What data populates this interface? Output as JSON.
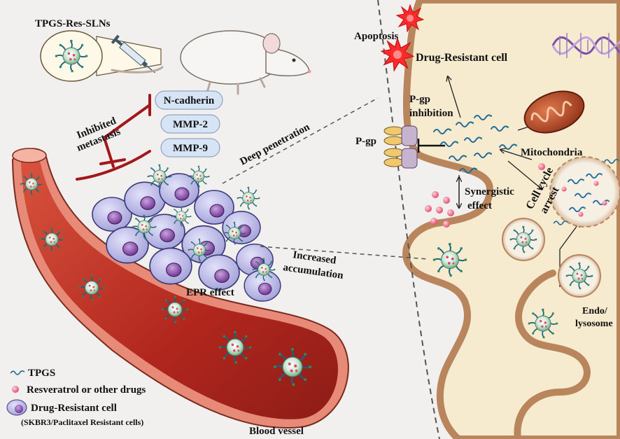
{
  "labels": {
    "tpgs_res_slns": "TPGS-Res-SLNs",
    "inhibited_line1": "Inhibited",
    "inhibited_line2": "metastasis",
    "n_cadherin": "N-cadherin",
    "mmp2": "MMP-2",
    "mmp9": "MMP-9",
    "deep_penetration": "Deep penetration",
    "epr_effect": "EPR effect",
    "increased_line1": "Increased",
    "increased_line2": "accumulation",
    "blood_vessel": "Blood vessel",
    "apoptosis": "Apoptosis",
    "drug_resistant_cell": "Drug-Resistant cell",
    "pgp_inhibition_line1": "P-gp",
    "pgp_inhibition_line2": "inhibition",
    "pgp": "P-gp",
    "mitochondria": "Mitochondria",
    "synergistic_line1": "Synergistic",
    "synergistic_line2": "effect",
    "cell_cycle_line1": "Cell cycle",
    "cell_cycle_line2": "arrest",
    "endo_line1": "Endo/",
    "endo_line2": "lysosome"
  },
  "legend": {
    "tpgs": "TPGS",
    "resveratrol": "Resveratrol  or  other drugs",
    "drug_resistant": "Drug-Resistant cell",
    "drug_resistant_sub": "(SKBR3/Paclitaxel  Resistant  cells)"
  },
  "colors": {
    "background": "#f2f0ee",
    "cell_interior": "#f7ebcf",
    "membrane": "#b9855c",
    "vessel_outer": "#e88a78",
    "vessel_inner": "#b0261d",
    "tumor_cell": "#b9b7e8",
    "nucleus": "#7c3d9e",
    "inhibit_line": "#a3161a",
    "burst": "#ff2a2a",
    "drug_dot": "#ef6c88",
    "mito": "#b34a2c",
    "tpgs_strand": "#1f6a9a"
  }
}
